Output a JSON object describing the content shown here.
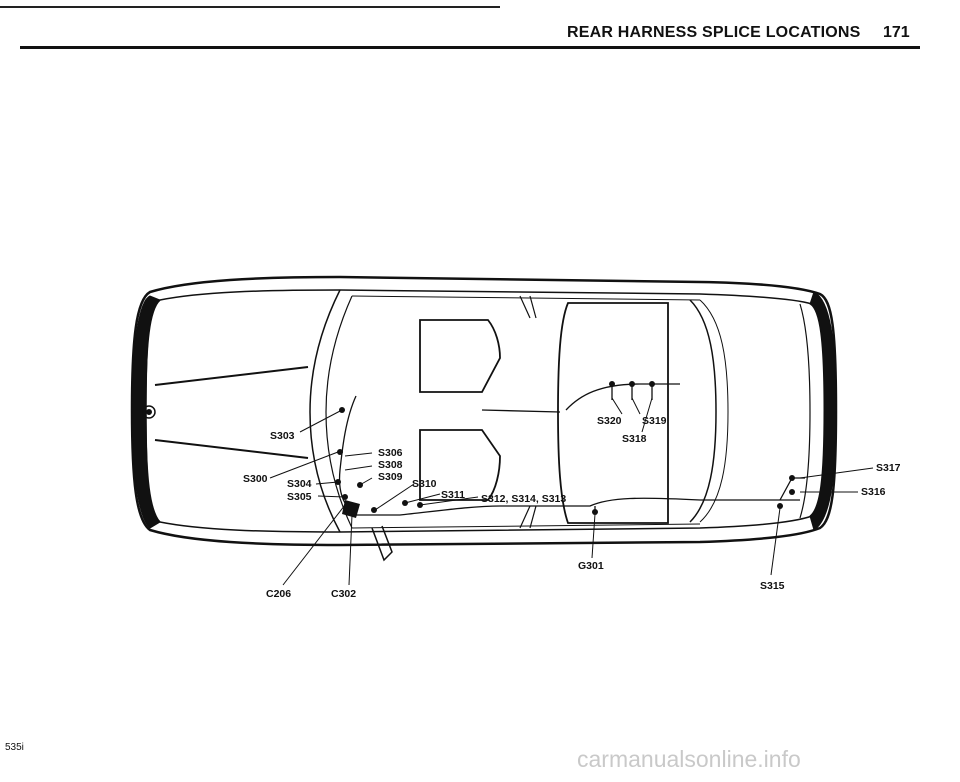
{
  "header": {
    "title": "REAR HARNESS SPLICE LOCATIONS",
    "page_number": "171"
  },
  "footer": {
    "model": "535i",
    "watermark": "carmanualsonline.info"
  },
  "labels": {
    "s303": "S303",
    "s300": "S300",
    "s304": "S304",
    "s305": "S305",
    "s306": "S306",
    "s308": "S308",
    "s309": "S309",
    "s310": "S310",
    "s311": "S311",
    "s312": "S312, S314, S313",
    "s320": "S320",
    "s319": "S319",
    "s318": "S318",
    "s317": "S317",
    "s316": "S316",
    "s315": "S315",
    "g301": "G301",
    "c206": "C206",
    "c302": "C302"
  }
}
